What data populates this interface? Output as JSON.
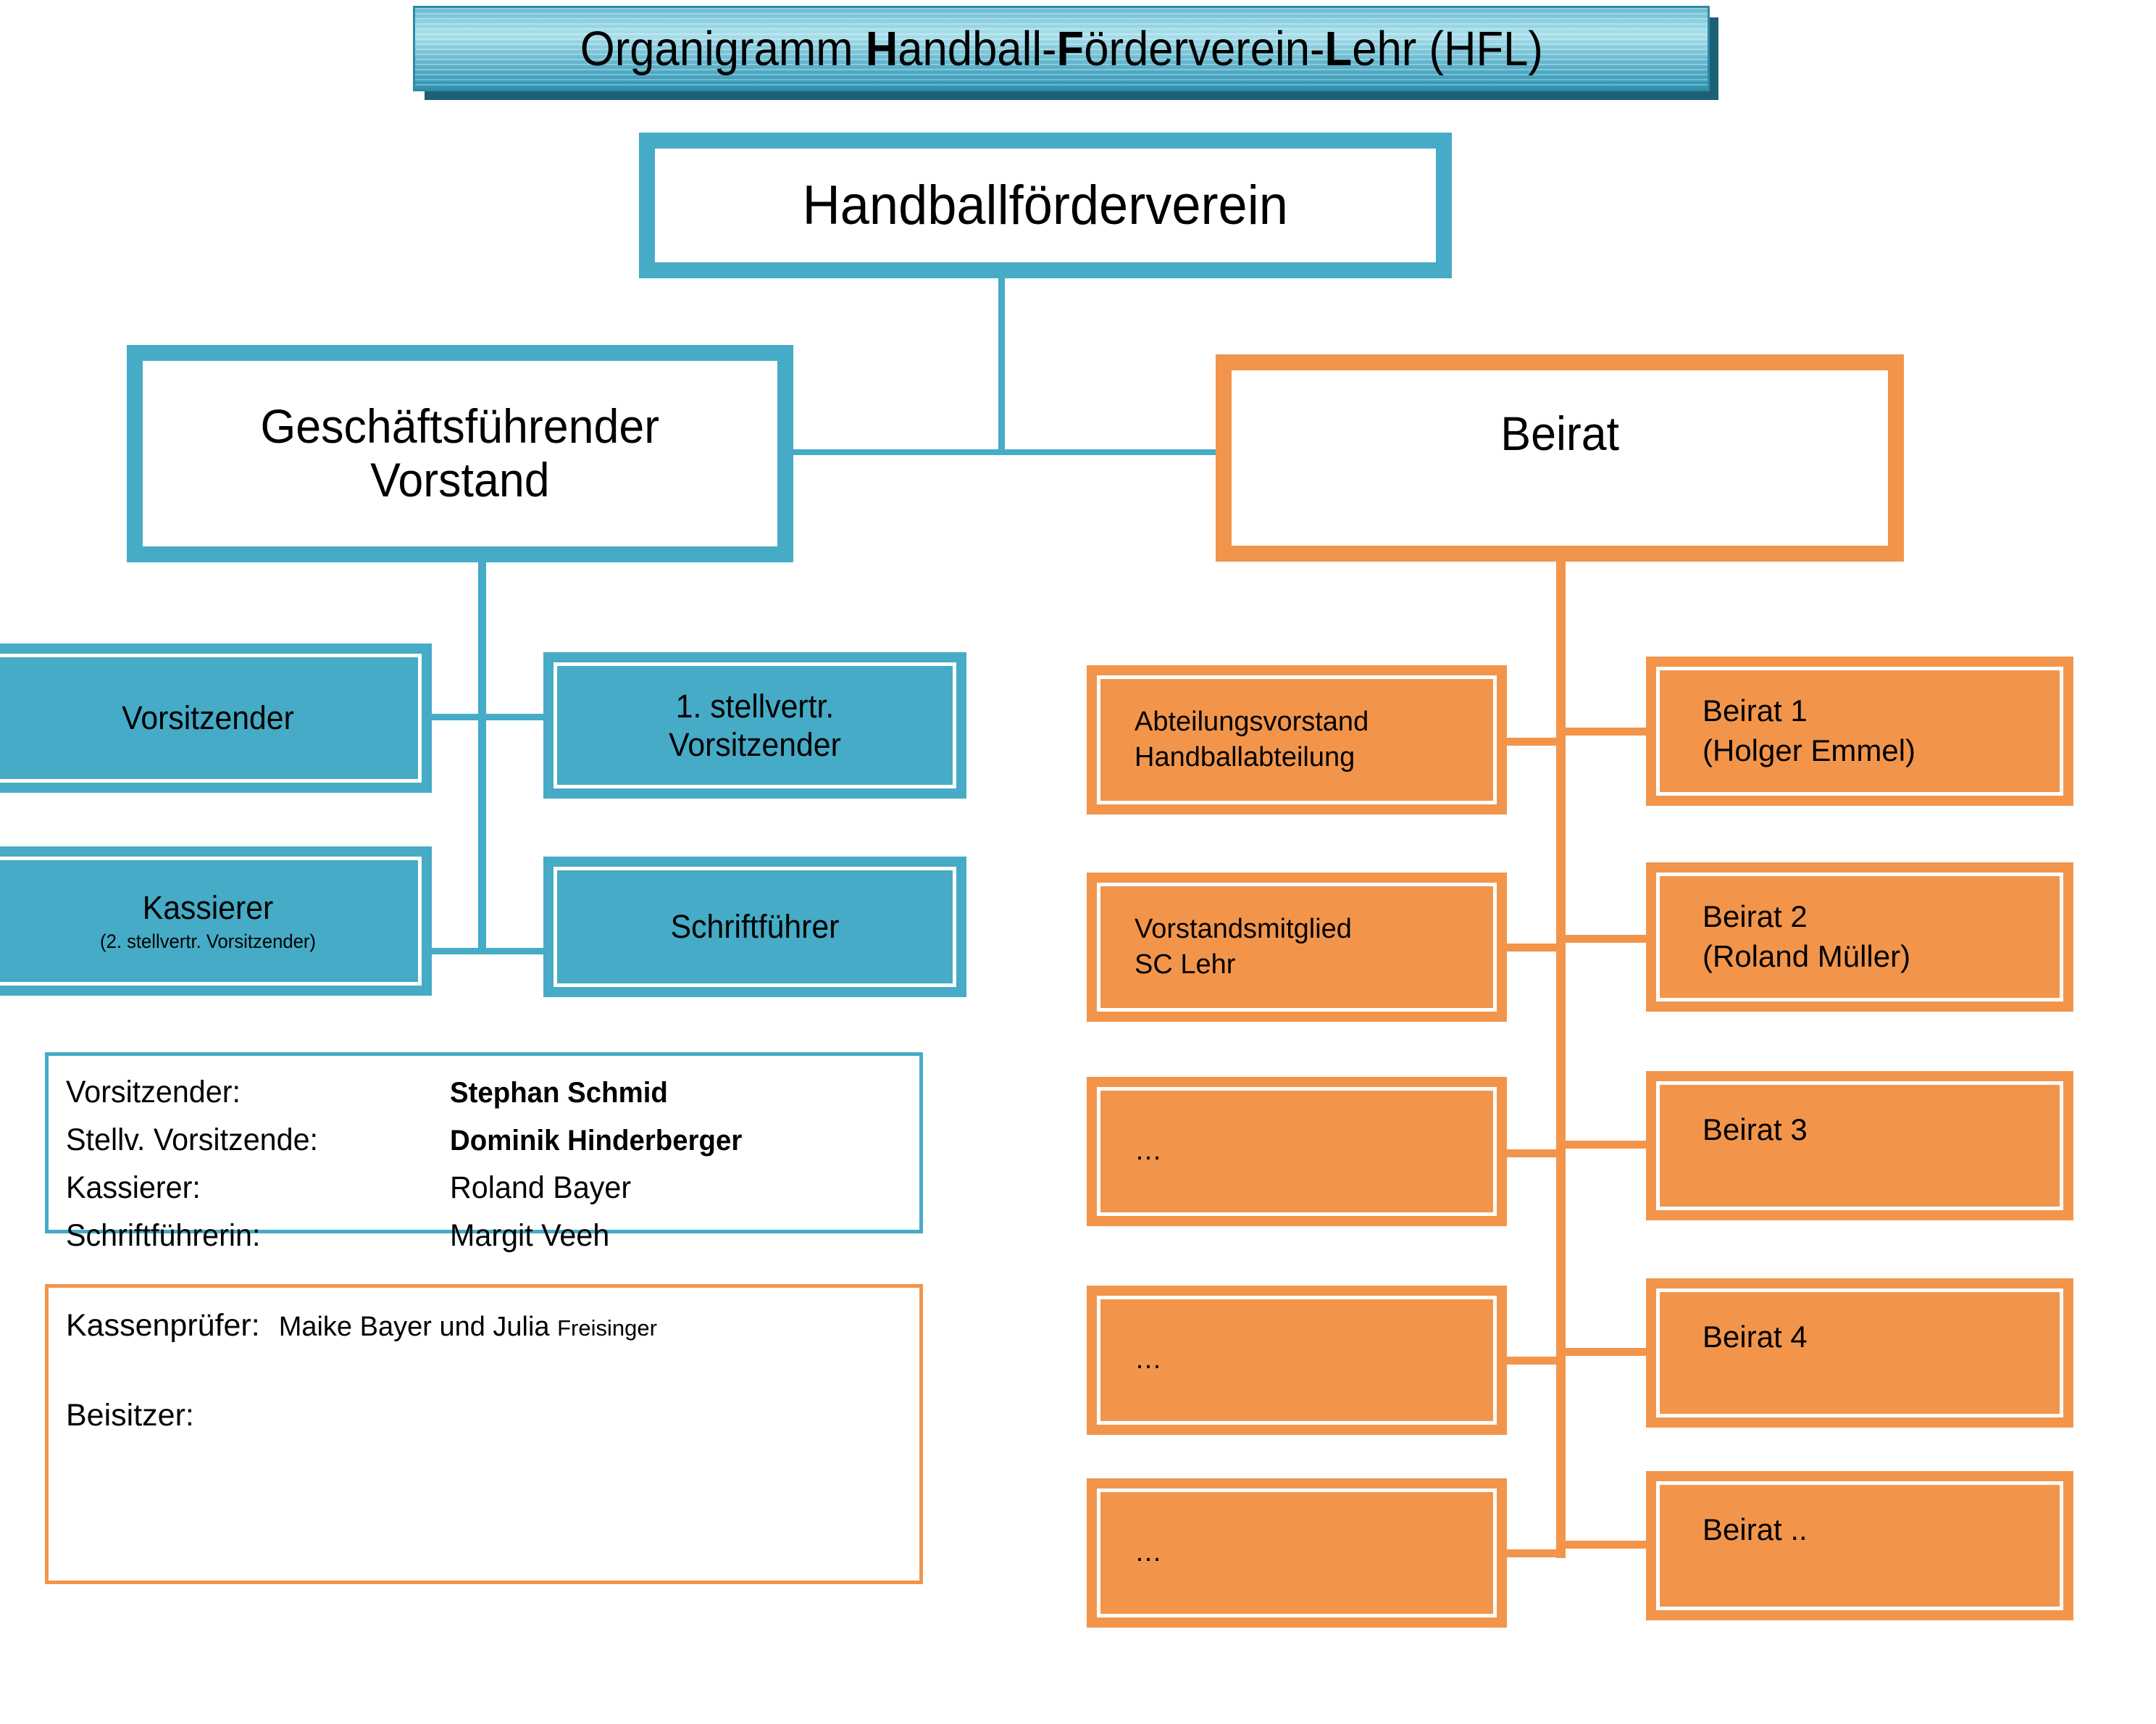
{
  "title": {
    "prefix": "Organigramm ",
    "b1": "H",
    "t1": "andball-",
    "b2": "F",
    "t2": "örderverein-",
    "b3": "L",
    "t3": "ehr (HFL)",
    "full": "Organigramm Handball-Förderverein-Lehr (HFL)"
  },
  "nodes": {
    "root": "Handballförderverein",
    "left_head_line1": "Geschäftsführender",
    "left_head_line2": "Vorstand",
    "right_head": "Beirat"
  },
  "left_leaves": [
    {
      "title": "Vorsitzender",
      "sub": ""
    },
    {
      "title": "1. stellvertr.",
      "sub": "Vorsitzender"
    },
    {
      "title": "Kassierer",
      "sub": "(2. stellvertr. Vorsitzender)"
    },
    {
      "title": "Schriftführer",
      "sub": ""
    }
  ],
  "beirat_left_column": [
    {
      "line1": "Abteilungsvorstand",
      "line2": "Handballabteilung"
    },
    {
      "line1": "Vorstandsmitglied",
      "line2": "SC Lehr"
    },
    {
      "line1": "…",
      "line2": ""
    },
    {
      "line1": "…",
      "line2": ""
    },
    {
      "line1": "…",
      "line2": ""
    }
  ],
  "beirat_right_column": [
    {
      "line1": "Beirat 1",
      "line2": "(Holger Emmel)"
    },
    {
      "line1": "Beirat 2",
      "line2": "(Roland Müller)"
    },
    {
      "line1": "Beirat 3",
      "line2": ""
    },
    {
      "line1": "Beirat 4",
      "line2": ""
    },
    {
      "line1": "Beirat ..",
      "line2": ""
    }
  ],
  "vorstand_panel": {
    "rows": [
      {
        "label": "Vorsitzender:",
        "value": "Stephan Schmid",
        "bold": true
      },
      {
        "label": "Stellv. Vorsitzende:",
        "value": "Dominik Hinderberger",
        "bold": true
      },
      {
        "label": "Kassierer:",
        "value": "Roland Bayer",
        "bold": false
      },
      {
        "label": "Schriftführerin:",
        "value": "Margit Veeh",
        "bold": false
      }
    ]
  },
  "kassen_panel": {
    "kassenpruefer_label": "Kassenprüfer:",
    "kassenpruefer_value": "Maike Bayer und Julia ",
    "kassenpruefer_value_small": "Freisinger",
    "beisitzer_label": "Beisitzer:",
    "beisitzer_value": ""
  },
  "colors": {
    "teal": "#45ABC6",
    "orange": "#F2954B",
    "banner_border": "#2d8aa6",
    "banner_shadow": "#1d5f75",
    "text": "#000000",
    "white": "#ffffff"
  }
}
